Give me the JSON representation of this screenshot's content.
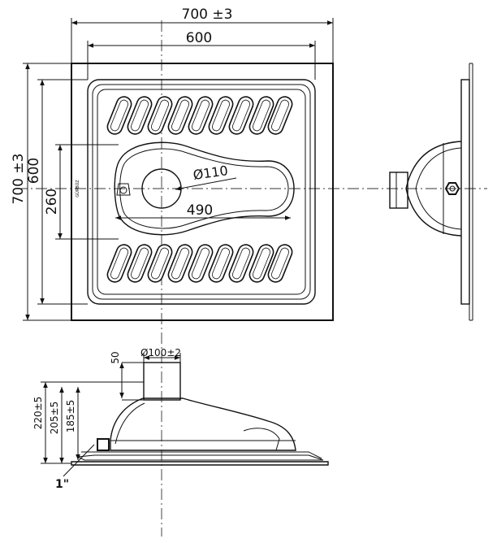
{
  "plan_view": {
    "overall_width": "700 ±3",
    "inner_width": "600",
    "overall_height": "700 ±3",
    "inner_height": "600",
    "opening_height": "260",
    "opening_length": "490",
    "outlet_diameter": "Ø110",
    "brand_mark": "GÜRBÜZ"
  },
  "section_view": {
    "pipe_diameter": "Ø100±2",
    "pipe_offset": "50",
    "height_total": "220±5",
    "height_mid": "205±5",
    "height_low": "185±5",
    "thread_size": "1\""
  }
}
